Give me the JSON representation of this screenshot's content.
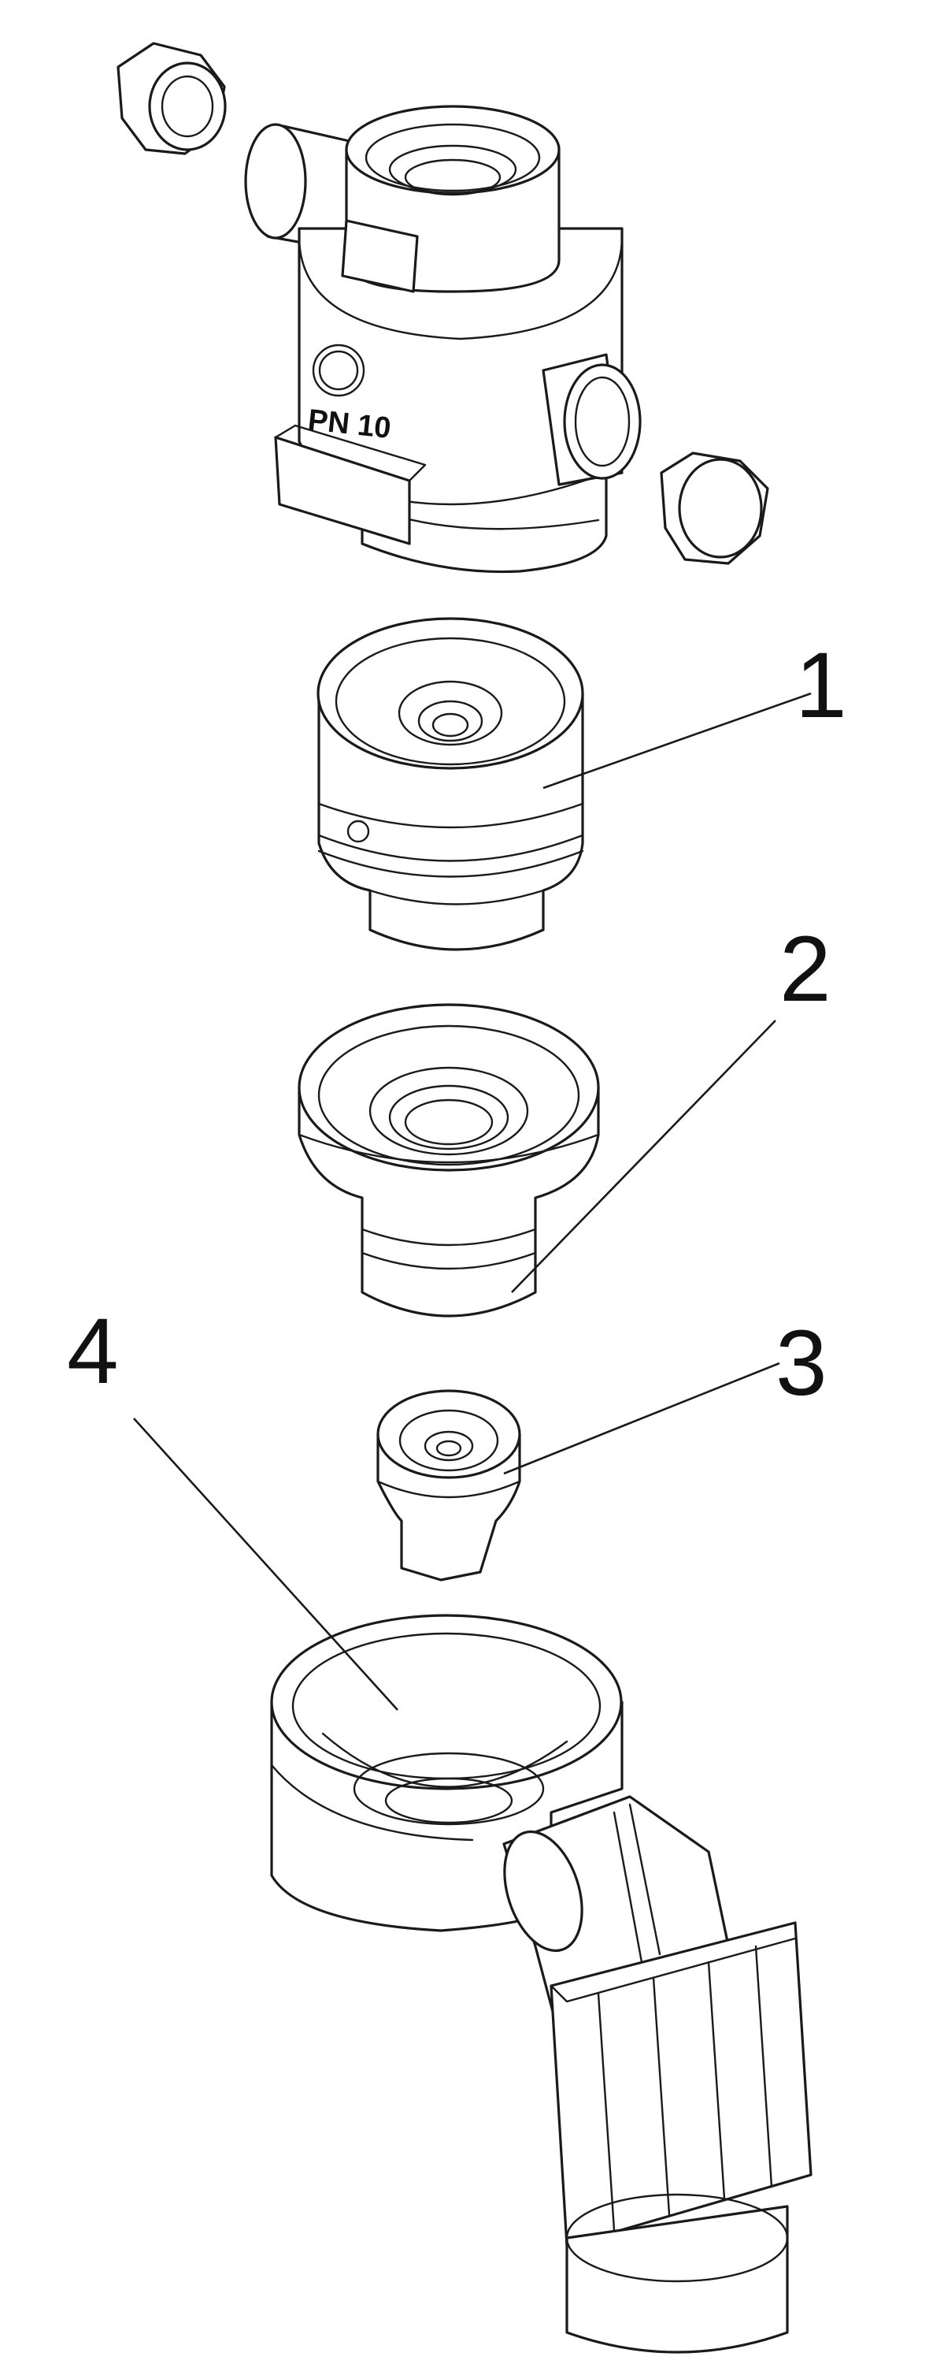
{
  "diagram": {
    "housing_marking": "PN 10",
    "callouts": [
      {
        "label": "1"
      },
      {
        "label": "2"
      },
      {
        "label": "3"
      },
      {
        "label": "4"
      }
    ]
  },
  "colors": {
    "ink": "#1a1a1a",
    "paper": "#ffffff"
  }
}
